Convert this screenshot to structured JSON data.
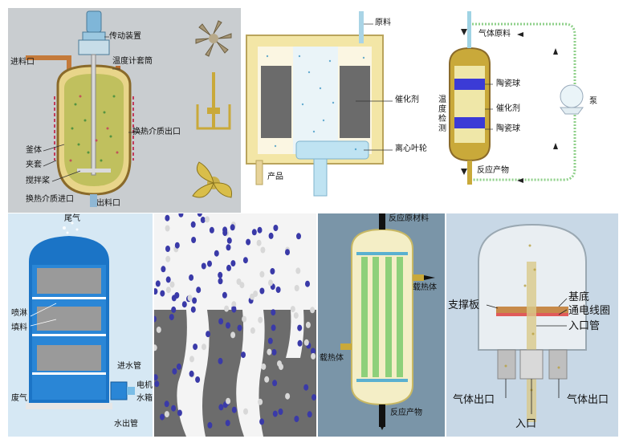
{
  "colors": {
    "panel1_bg": "#c9cdd0",
    "panel2_bg": "#ffffff",
    "panel3_bg": "#ffffff",
    "panel4_bg": "#d6e8f4",
    "panel5_bg": "#1a1a1a",
    "panel6_bg": "#7a95a8",
    "panel7_bg": "#c8d8e6",
    "catalyst_yellow": "#f3e6a6",
    "tower_blue": "#1b74c6",
    "ceramic_blue": "#3b3bd6",
    "pipe_green": "#8fd08a"
  },
  "panels": {
    "stirred_reactor": {
      "labels": {
        "drive": "传动装置",
        "inlet": "进料口",
        "thermowell": "温度计套筒",
        "heat_out": "换热介质出口",
        "body": "釜体",
        "jacket": "夹套",
        "agitator": "搅拌桨",
        "heat_in": "换热介质进口",
        "outlet": "出料口"
      },
      "icons": [
        "turbine-impeller-icon",
        "paddle-impeller-icon",
        "propeller-impeller-icon"
      ]
    },
    "spinning_basket": {
      "labels": {
        "feed": "原料",
        "catalyst": "催化剂",
        "impeller": "离心叶轮",
        "product": "产品"
      }
    },
    "fixed_bed_loop": {
      "labels": {
        "gas_feed": "气体原料",
        "ceramic_top": "陶瓷球",
        "catalyst": "催化剂",
        "ceramic_bottom": "陶瓷球",
        "temp_detect": [
          "温",
          "度",
          "检",
          "测"
        ],
        "pump": "泵",
        "product": "反应产物"
      }
    },
    "packed_tower": {
      "labels": {
        "tail_gas": "尾气",
        "spray": "喷淋",
        "packing": "填料",
        "water_in": "进水管",
        "motor": "电机",
        "waste_gas": "废气",
        "tank": "水箱",
        "water_out": "水出管"
      }
    },
    "trickle_bed": {
      "labels": {}
    },
    "tubular_reactor": {
      "labels": {
        "feed": "反应原材料",
        "carrier_out": "载热体",
        "carrier_in": "载热体",
        "product": "反应产物"
      }
    },
    "cvd_reactor": {
      "labels": {
        "substrate": "基底",
        "support": "支撑板",
        "coil": "通电线圈",
        "inlet_pipe": "入口管",
        "gas_out_left": "气体出口",
        "gas_out_right": "气体出口",
        "inlet": "入口"
      }
    }
  }
}
